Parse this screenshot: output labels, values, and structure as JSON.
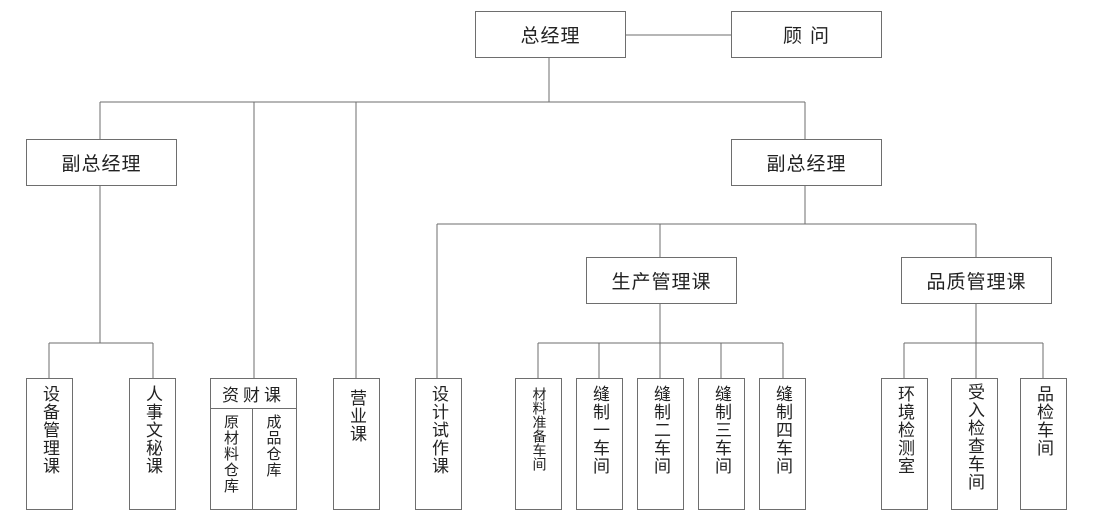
{
  "org": {
    "gm": "总经理",
    "advisor": "顾 问",
    "vp_left": "副总经理",
    "vp_right": "副总经理",
    "production": "生产管理课",
    "quality": "品质管理课",
    "equipment": "设备管理课",
    "hr": "人事文秘课",
    "finance": {
      "title": "资财课",
      "raw": "原材料仓库",
      "finished": "成品仓库"
    },
    "sales": "营业课",
    "design": "设计试作课",
    "workshops": [
      "材料准备车间",
      "缝制一车间",
      "缝制二车间",
      "缝制三车间",
      "缝制四车间"
    ],
    "qc_units": [
      "环境检测室",
      "受入检查车间",
      "品检车间"
    ]
  }
}
